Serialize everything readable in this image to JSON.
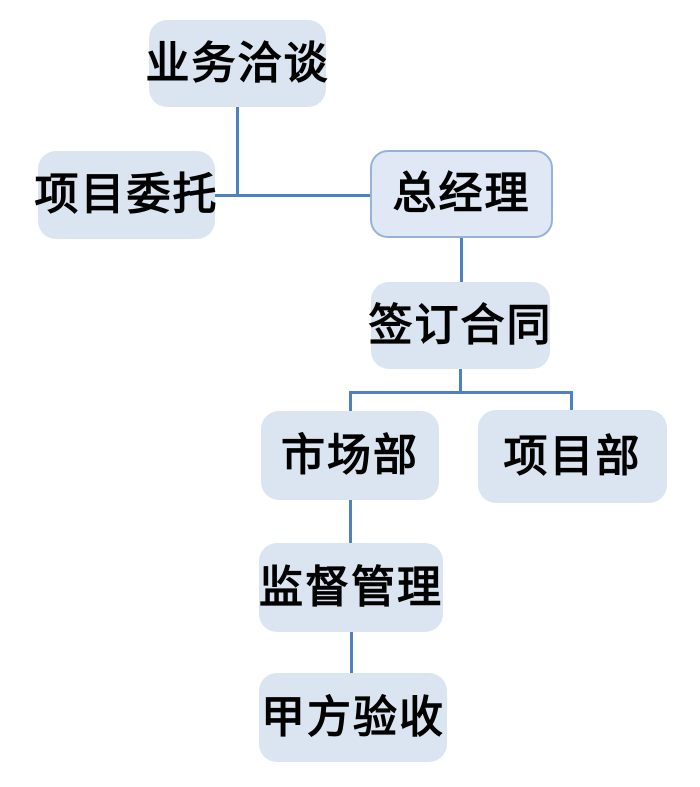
{
  "diagram": {
    "type": "flowchart",
    "nodes": [
      {
        "id": "business-negotiation",
        "label": "业务洽谈",
        "style": "filled"
      },
      {
        "id": "project-commission",
        "label": "项目委托",
        "style": "filled"
      },
      {
        "id": "general-manager",
        "label": "总经理",
        "style": "filled-bordered"
      },
      {
        "id": "sign-contract",
        "label": "签订合同",
        "style": "filled"
      },
      {
        "id": "marketing-dept",
        "label": "市场部",
        "style": "filled"
      },
      {
        "id": "project-dept",
        "label": "项目部",
        "style": "filled"
      },
      {
        "id": "supervision-management",
        "label": "监督管理",
        "style": "filled"
      },
      {
        "id": "client-acceptance",
        "label": "甲方验收",
        "style": "filled"
      }
    ],
    "edges": [
      {
        "from": "business-negotiation",
        "to": "general-manager"
      },
      {
        "from": "project-commission",
        "to": "general-manager"
      },
      {
        "from": "general-manager",
        "to": "sign-contract"
      },
      {
        "from": "sign-contract",
        "to": "marketing-dept"
      },
      {
        "from": "sign-contract",
        "to": "project-dept"
      },
      {
        "from": "marketing-dept",
        "to": "supervision-management"
      },
      {
        "from": "supervision-management",
        "to": "client-acceptance"
      }
    ],
    "colors": {
      "node_fill": "#dbe5f1",
      "node_border": "#95b3d7",
      "connector": "#4f81bd",
      "text": "#000000",
      "background": "#ffffff"
    }
  }
}
